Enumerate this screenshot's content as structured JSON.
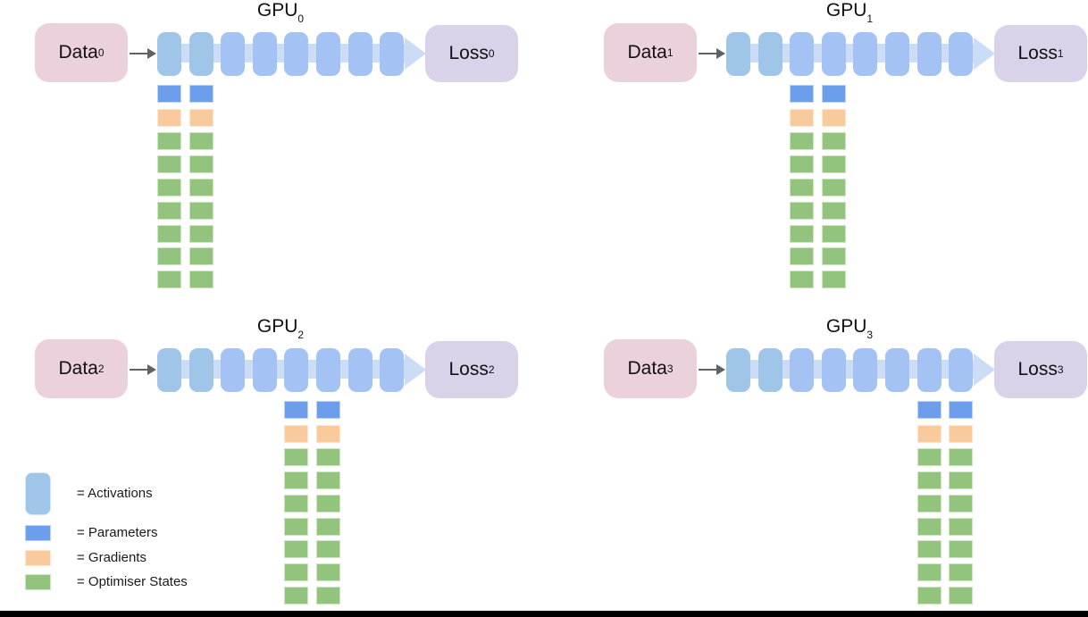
{
  "figure": {
    "kind": "data-parallel sharded training diagram",
    "num_panels": 4
  },
  "panels": [
    {
      "gpu_label": "GPU",
      "gpu_sub": "0",
      "data_label": "Data",
      "data_sub": "0",
      "loss_label": "Loss",
      "loss_sub": "0",
      "num_layer_blocks": 8,
      "shard_layer_positions": [
        1,
        2
      ],
      "parameter_rows": 1,
      "gradient_rows": 1,
      "optimiser_state_rows": 7
    },
    {
      "gpu_label": "GPU",
      "gpu_sub": "1",
      "data_label": "Data",
      "data_sub": "1",
      "loss_label": "Loss",
      "loss_sub": "1",
      "num_layer_blocks": 8,
      "shard_layer_positions": [
        3,
        4
      ],
      "parameter_rows": 1,
      "gradient_rows": 1,
      "optimiser_state_rows": 7
    },
    {
      "gpu_label": "GPU",
      "gpu_sub": "2",
      "data_label": "Data",
      "data_sub": "2",
      "loss_label": "Loss",
      "loss_sub": "2",
      "num_layer_blocks": 8,
      "shard_layer_positions": [
        5,
        6
      ],
      "parameter_rows": 1,
      "gradient_rows": 1,
      "optimiser_state_rows": 7
    },
    {
      "gpu_label": "GPU",
      "gpu_sub": "3",
      "data_label": "Data",
      "data_sub": "3",
      "loss_label": "Loss",
      "loss_sub": "3",
      "num_layer_blocks": 8,
      "shard_layer_positions": [
        7,
        8
      ],
      "parameter_rows": 1,
      "gradient_rows": 1,
      "optimiser_state_rows": 7
    }
  ],
  "legend": {
    "items": [
      {
        "key": "activations",
        "label": "= Activations"
      },
      {
        "key": "parameters",
        "label": "= Parameters"
      },
      {
        "key": "gradients",
        "label": "= Gradients"
      },
      {
        "key": "optimiser_states",
        "label": "= Optimiser States"
      }
    ]
  },
  "colors": {
    "activation_block_first_two": "#9fc5e8",
    "activation_block": "#a4c2f4",
    "flow_band": "#cbdcf7",
    "data_box": "#ead1dc",
    "loss_box": "#d9d2e9",
    "parameters": "#6d9eeb",
    "gradients": "#f9cb9c",
    "optimiser_states": "#93c47d",
    "arrow": "#5f6368",
    "bottom_bar": "#000000",
    "text": "#111111"
  }
}
